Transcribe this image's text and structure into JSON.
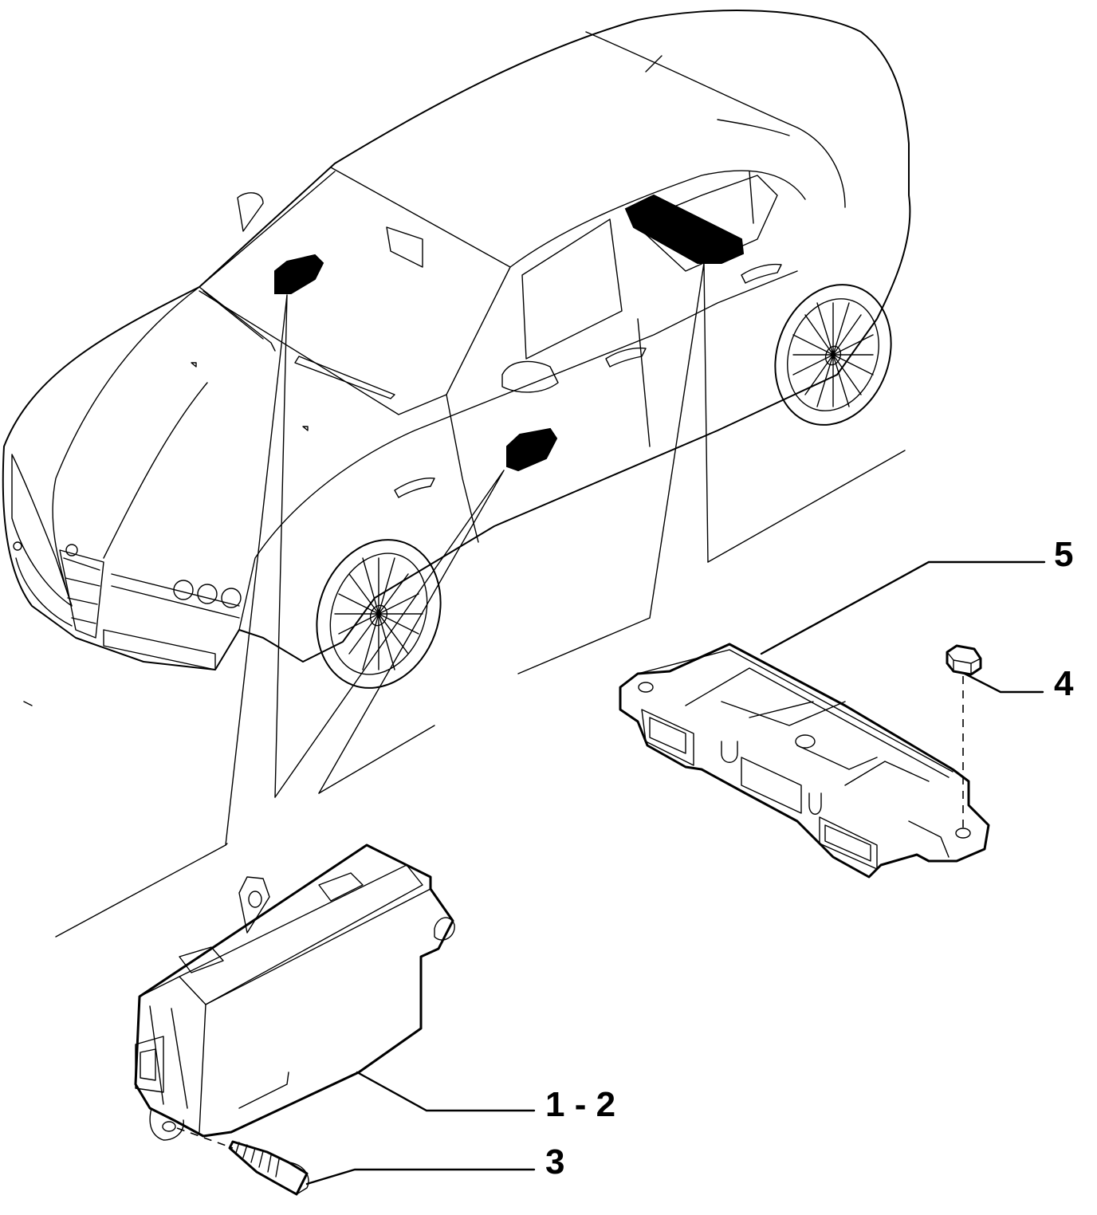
{
  "callouts": {
    "c5": "5",
    "c4": "4",
    "c12": "1 - 2",
    "c3": "3"
  }
}
